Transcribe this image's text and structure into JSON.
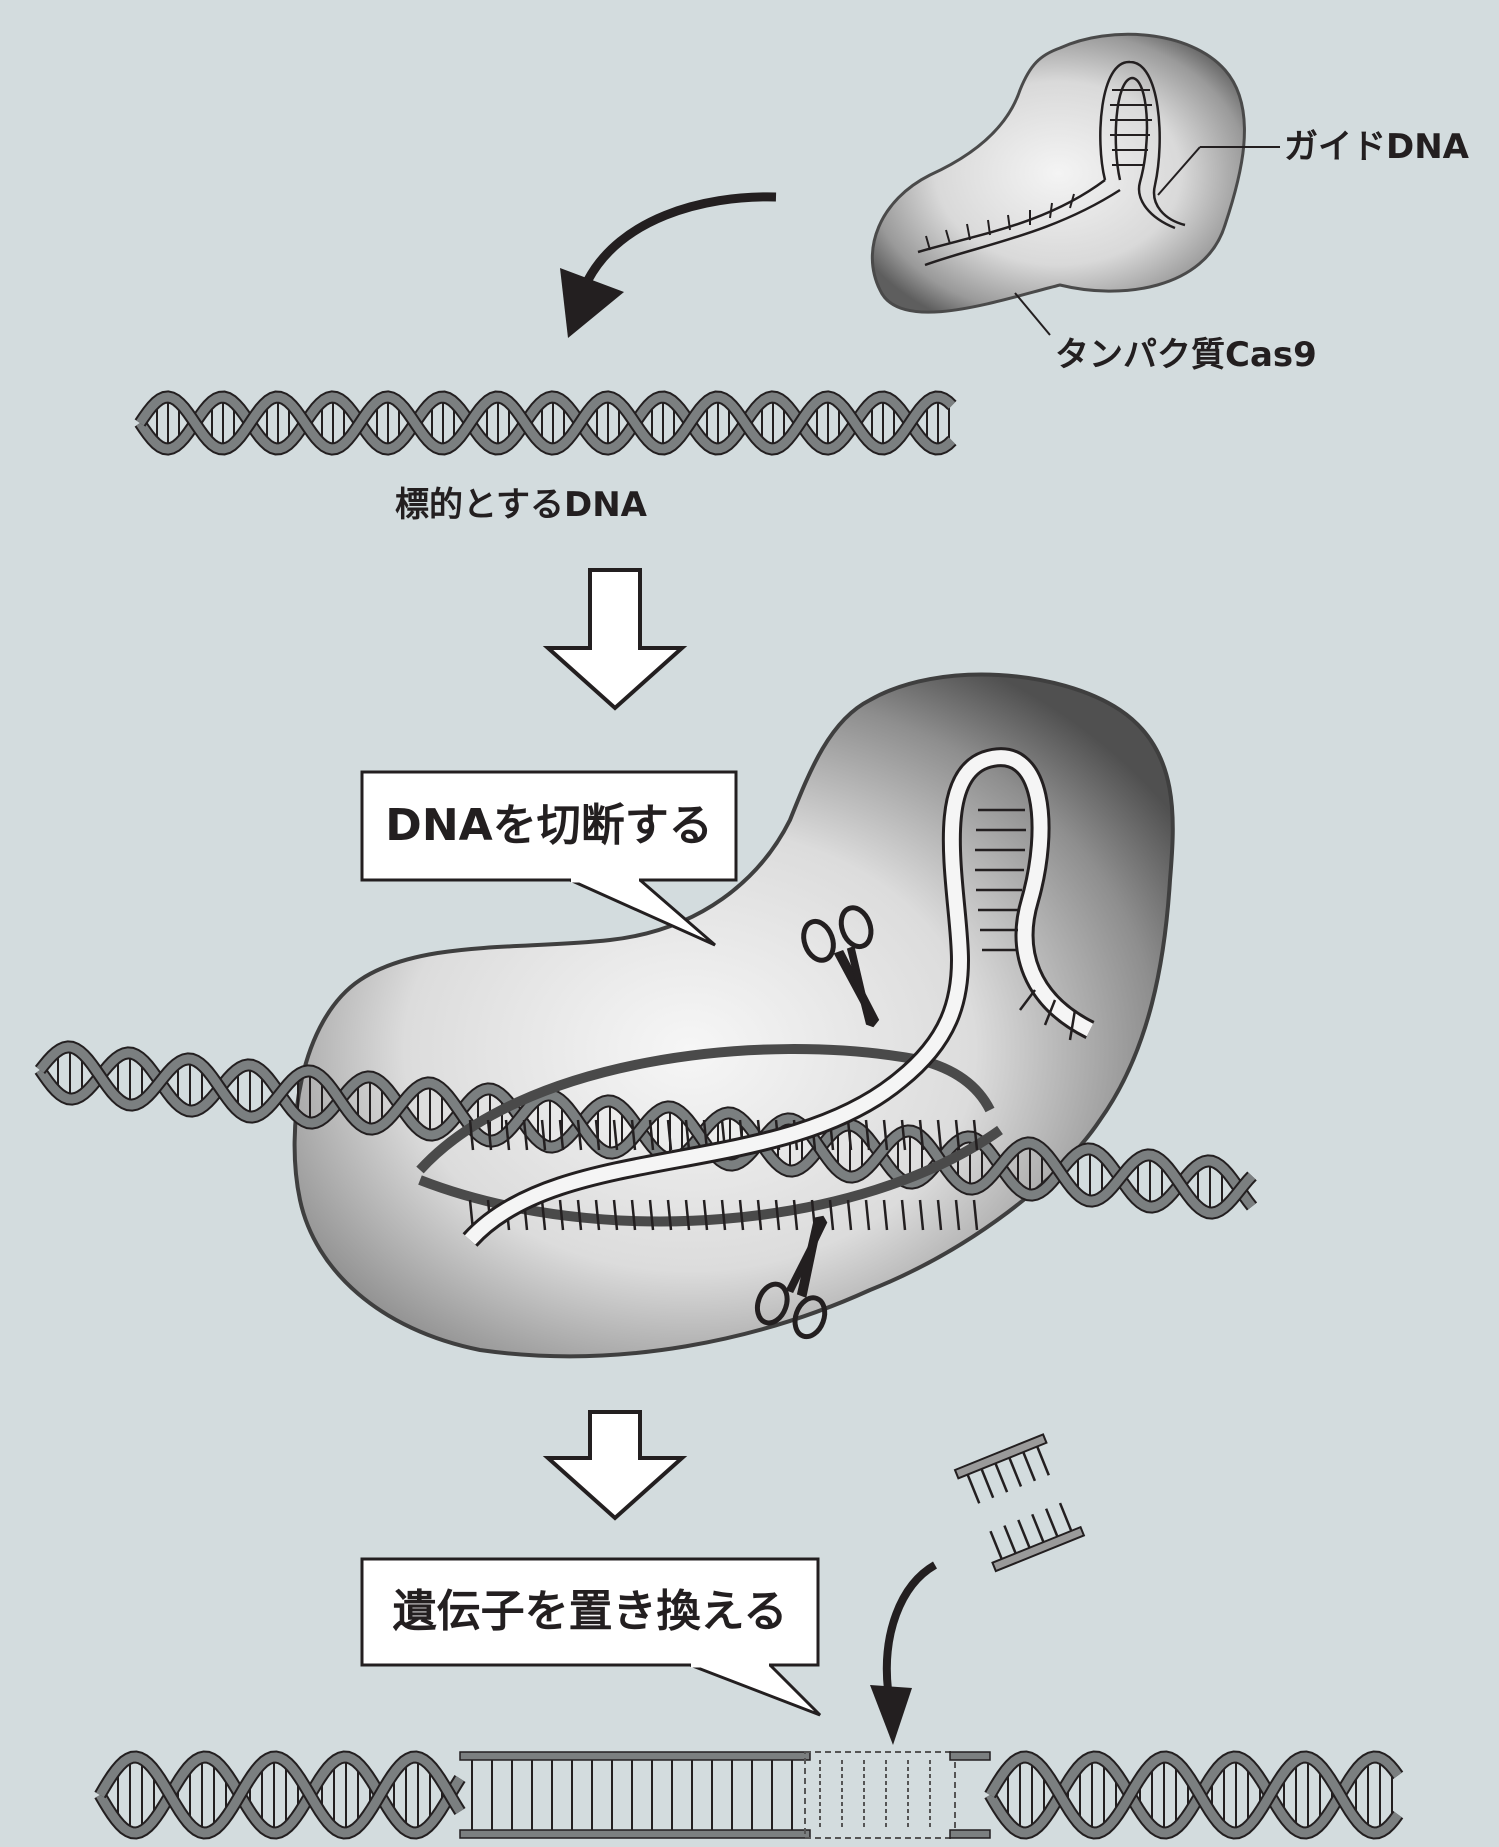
{
  "labels": {
    "guide_dna": "ガイドDNA",
    "protein_cas9": "タンパク質Cas9",
    "target_dna": "標的とするDNA"
  },
  "callouts": {
    "cut": "DNAを切断する",
    "replace": "遺伝子を置き換える"
  },
  "colors": {
    "background": "#d3dcde",
    "ink": "#231f20",
    "dna_strand": "#7b7f80",
    "protein_light": "#f2f2f2",
    "protein_dark": "#5e5e5e",
    "callout_fill": "#ffffff"
  }
}
